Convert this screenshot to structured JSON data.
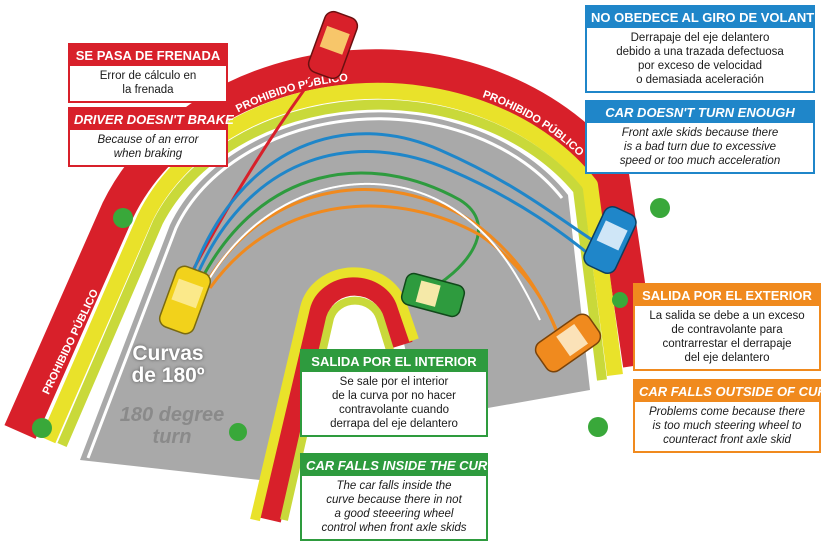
{
  "colors": {
    "red": "#d8202a",
    "blue": "#1f86c9",
    "green": "#2e9b3e",
    "orange": "#f08a1e",
    "road": "#a9a9a9",
    "kerb_yellow": "#e9e22a",
    "grass": "#c9d93a"
  },
  "barrier_text": "PROHIBIDO PÚBLICO",
  "curve_label": {
    "title": "Curvas\nde 180º",
    "subtitle": "180 degree\nturn"
  },
  "boxes": {
    "braking": {
      "es_title": "SE PASA DE FRENADA",
      "es_text": "Error de cálculo en\nla frenada",
      "en_title": "DRIVER DOESN'T BRAKE",
      "en_text": "Because of an error\nwhen braking"
    },
    "understeer": {
      "es_title": "NO OBEDECE AL GIRO DE VOLANTE",
      "es_text": "Derrapaje del eje delantero\ndebido a una trazada defectuosa\npor exceso de velocidad\no demasiada aceleración",
      "en_title": "CAR DOESN'T TURN ENOUGH",
      "en_text": "Front axle skids because there\nis a bad turn due to excessive\nspeed or too much acceleration"
    },
    "inside": {
      "es_title": "SALIDA POR EL INTERIOR",
      "es_text": "Se sale por el interior\nde la curva por no hacer\ncontravolante cuando\nderrapa del eje delantero",
      "en_title": "CAR FALLS INSIDE THE CURVE",
      "en_text": "The car falls inside the\ncurve because there in not\na good steeering wheel\ncontrol when front axle skids"
    },
    "outside": {
      "es_title": "SALIDA POR EL EXTERIOR",
      "es_text": "La salida se debe a un exceso\nde contravolante para\ncontrarrestar el derrapaje\ndel eje delantero",
      "en_title": "CAR FALLS OUTSIDE OF CURVE",
      "en_text": "Problems come because there\nis too much steering wheel to\ncounteract front axle skid"
    }
  }
}
